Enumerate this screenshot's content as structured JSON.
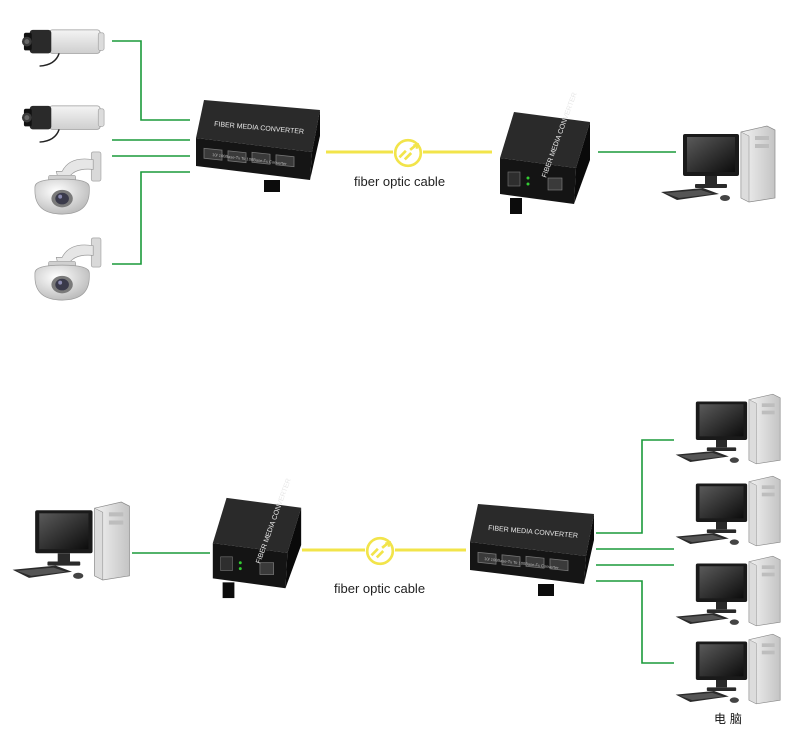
{
  "top": {
    "cable_label": "fiber optic cable",
    "converter_left": {
      "title": "FIBER MEDIA CONVERTER",
      "subtitle": "10/ 100Base-Tx To 100Base-Fx Converter"
    },
    "converter_right": {
      "title": "FIBER MEDIA CONVERTER"
    }
  },
  "bottom": {
    "cable_label": "fiber optic cable",
    "converter_left": {
      "title": "FIBER MEDIA CONVERTER"
    },
    "converter_right": {
      "title": "FIBER MEDIA CONVERTER",
      "subtitle": "10/ 100Base-Tx To 100Base-Fx Converter"
    },
    "computers_caption": "电 脑"
  },
  "colors": {
    "ethernet_line": "#1a9a3a",
    "fiber_line": "#f2e44a",
    "device_body": "#151515"
  }
}
